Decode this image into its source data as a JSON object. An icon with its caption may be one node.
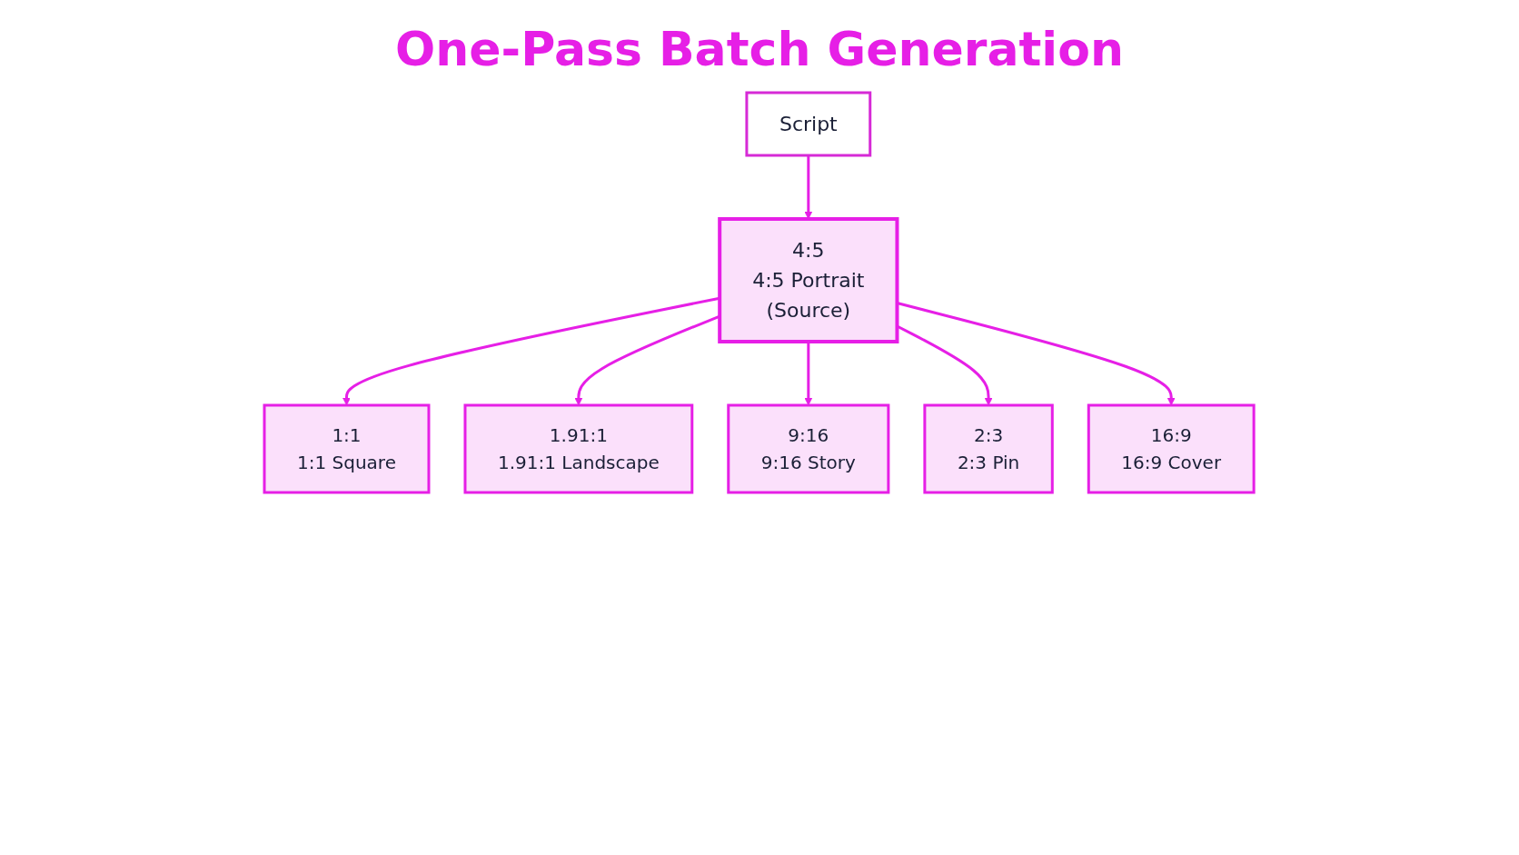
{
  "diagram": {
    "title": "One-Pass Batch Generation",
    "nodes": [
      {
        "text": [
          "Script"
        ]
      },
      {
        "text": [
          "4:5",
          "4:5 Portrait",
          "(Source)"
        ]
      },
      {
        "text": [
          "1:1",
          "1:1 Square"
        ]
      },
      {
        "text": [
          "1.91:1",
          "1.91:1 Landscape"
        ]
      },
      {
        "text": [
          "9:16",
          "9:16 Story"
        ]
      },
      {
        "text": [
          "2:3",
          "2:3 Pin"
        ]
      },
      {
        "text": [
          "16:9",
          "16:9 Cover"
        ]
      }
    ],
    "edges": [
      {
        "from": 0,
        "to": 1,
        "arrow": "to"
      },
      {
        "from": 1,
        "to": 2,
        "arrow": "to"
      },
      {
        "from": 1,
        "to": 3,
        "arrow": "to"
      },
      {
        "from": 1,
        "to": 4,
        "arrow": "to"
      },
      {
        "from": 1,
        "to": 5,
        "arrow": "to"
      },
      {
        "from": 1,
        "to": 6,
        "arrow": "to"
      }
    ]
  }
}
